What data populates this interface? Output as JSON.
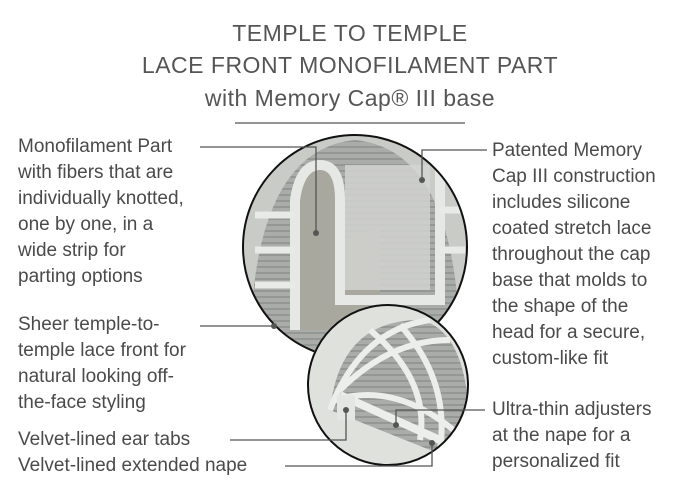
{
  "title": {
    "line1": "TEMPLE TO TEMPLE",
    "line2": "LACE FRONT MONOFILAMENT PART",
    "line3": "with Memory Cap® III base"
  },
  "callouts": {
    "monofilament": "Monofilament Part\nwith fibers that are\nindividually knotted,\none by one, in a\nwide strip for\nparting options",
    "sheer_lace": "Sheer temple-to-\ntemple lace front for\nnatural looking off-\nthe-face styling",
    "ear_tabs": "Velvet-lined ear tabs",
    "nape": "Velvet-lined extended nape",
    "memory_cap": "Patented Memory\nCap III construction\nincludes silicone\ncoated stretch lace\nthroughout the cap\nbase that molds to\nthe shape of the\nhead for a secure,\ncustom-like fit",
    "adjusters": "Ultra-thin adjusters\nat the nape for a\npersonalized fit"
  }
}
